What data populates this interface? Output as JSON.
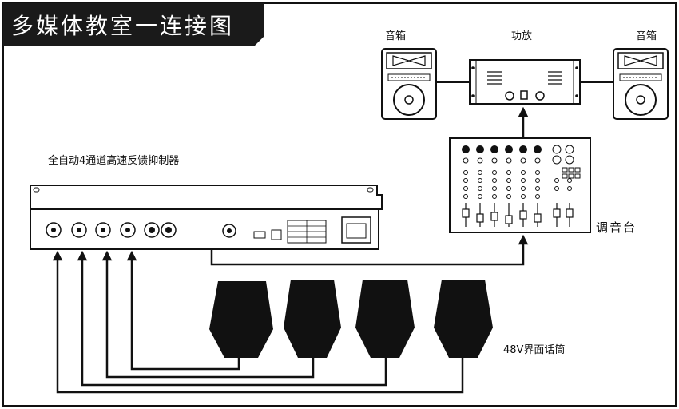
{
  "title": "多媒体教室一连接图",
  "labels": {
    "speaker_left": "音箱",
    "amplifier": "功放",
    "speaker_right": "音箱",
    "feedback_suppressor": "全自动4通道高速反馈抑制器",
    "mixer": "调音台",
    "microphones": "48V界面话筒"
  },
  "colors": {
    "line": "#111111",
    "title_bg": "#1a1a1a",
    "title_fg": "#ffffff"
  }
}
